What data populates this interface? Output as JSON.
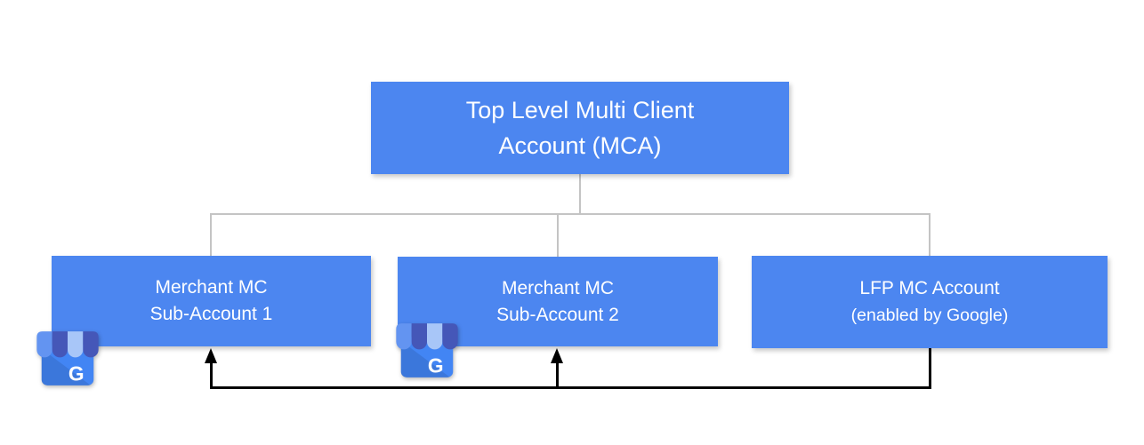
{
  "colors": {
    "box_fill": "#4c86f0",
    "box_text": "#ffffff",
    "tree_connector_gray": "#c4c4c4",
    "flow_connector_black": "#000000",
    "icon_body_blue": "#4285f4",
    "icon_awning_dark": "#4557b8",
    "icon_awning_medium": "#6394f1",
    "icon_awning_light": "#a8c6f8"
  },
  "root_box": {
    "line1": "Top Level Multi Client",
    "line2": "Account (MCA)"
  },
  "child_boxes": [
    {
      "line1": "Merchant MC",
      "line2": "Sub-Account 1"
    },
    {
      "line1": "Merchant MC",
      "line2": "Sub-Account 2"
    },
    {
      "line1": "LFP MC Account",
      "line2": "(enabled by Google)"
    }
  ],
  "business_icon": {
    "letter": "G"
  }
}
